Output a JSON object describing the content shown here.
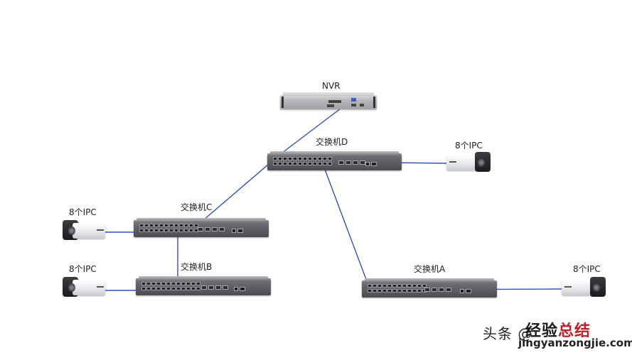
{
  "diagram": {
    "type": "network-topology",
    "link_color": "#2f4fbf",
    "nodes": {
      "nvr": {
        "label": "NVR"
      },
      "switch_d": {
        "label": "交换机D"
      },
      "switch_c": {
        "label": "交换机C"
      },
      "switch_b": {
        "label": "交换机B"
      },
      "switch_a": {
        "label": "交换机A"
      },
      "ipc_d": {
        "label": "8个IPC"
      },
      "ipc_c": {
        "label": "8个IPC"
      },
      "ipc_b": {
        "label": "8个IPC"
      },
      "ipc_a": {
        "label": "8个IPC"
      }
    },
    "links": [
      {
        "from": "nvr",
        "to": "switch_d"
      },
      {
        "from": "switch_d",
        "to": "ipc_d"
      },
      {
        "from": "switch_d",
        "to": "switch_c"
      },
      {
        "from": "switch_d",
        "to": "switch_a"
      },
      {
        "from": "switch_c",
        "to": "switch_b"
      },
      {
        "from": "switch_c",
        "to": "ipc_c"
      },
      {
        "from": "switch_b",
        "to": "ipc_b"
      },
      {
        "from": "switch_a",
        "to": "ipc_a"
      }
    ]
  },
  "watermark": {
    "prefix": "头条 @",
    "title_part1": "经验",
    "title_part2": "总结",
    "url": "jingyanzongjie.com",
    "title_color_dark": "#1a1a1a",
    "title_color_red": "#c0202a"
  }
}
